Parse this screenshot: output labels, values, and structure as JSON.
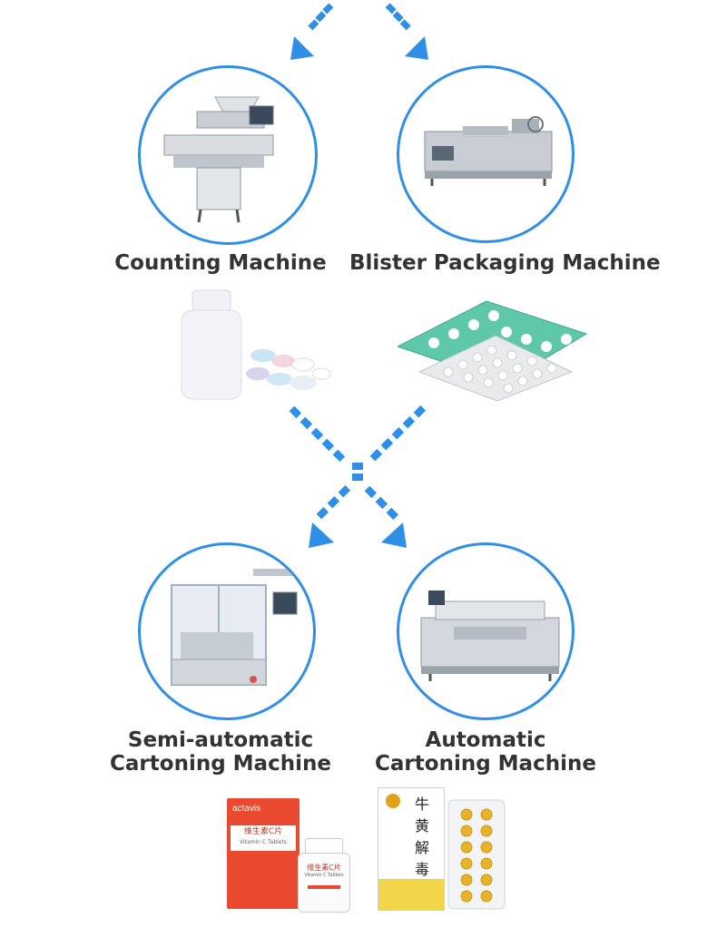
{
  "colors": {
    "arrow": "#2f8fe6",
    "ring": "#2f8fe6",
    "label": "#333333"
  },
  "machines": {
    "counting": {
      "label": "Counting Machine",
      "icon": "counting-machine-illustration"
    },
    "blister": {
      "label": "Blister Packaging Machine",
      "icon": "blister-machine-illustration"
    },
    "semi_cartoning": {
      "label_line1": "Semi-automatic",
      "label_line2": "Cartoning Machine",
      "icon": "semi-automatic-cartoner-illustration"
    },
    "auto_cartoning": {
      "label_line1": "Automatic",
      "label_line2": "Cartoning Machine",
      "icon": "automatic-cartoner-illustration"
    }
  },
  "products": {
    "bottle_pills": {
      "icon": "bottle-and-tablets-illustration"
    },
    "blister_packs": {
      "icon": "blister-packs-illustration"
    },
    "carton_left": {
      "brand": "actavis",
      "name_cn": "维生素C片",
      "name_en": "Vitamin C Tablets"
    },
    "bottle_right": {
      "name_cn": "维生素C片",
      "name_en": "Vitamin C Tablets"
    },
    "carton_yellow": {
      "text_cn": "牛黄解毒片"
    }
  }
}
